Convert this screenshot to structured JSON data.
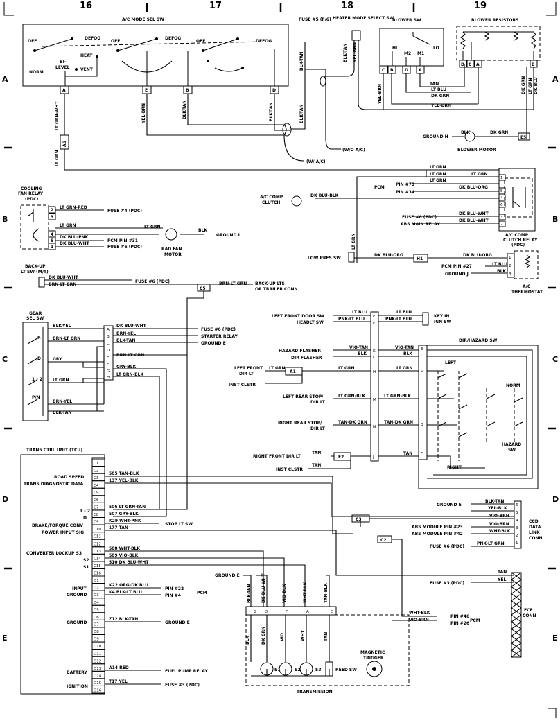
{
  "columns": [
    "16",
    "17",
    "18",
    "19"
  ],
  "rows": [
    "A",
    "B",
    "C",
    "D",
    "E"
  ],
  "ac_mode": {
    "title": "A/C MODE SEL SW",
    "labels": [
      "OFF",
      "DEFOG",
      "OFF",
      "DEFOG",
      "OFF",
      "DEFOG",
      "HEAT",
      "BI-",
      "LEVEL",
      "VENT",
      "NORM"
    ],
    "pins": [
      "A",
      "E",
      "B",
      "D"
    ]
  },
  "wires_top": [
    "LT GRN-WHT",
    "A6",
    "LT GRN",
    "YEL-BRN",
    "BLK-TAN",
    "BLK-TAN",
    "BLK-TAN",
    "BLK-TAN"
  ],
  "fuse5": "FUSE #5 (F/6)",
  "heater_mode": {
    "title": "HEATER MODE SELECT SW",
    "wires": [
      "BLK-TAN",
      "YEL-BRN"
    ]
  },
  "wa_labels": {
    "wo": "(W/O A/C)",
    "w": "(W/ A/C)"
  },
  "blower_sw": {
    "title": "BLOWER SW",
    "labels": [
      "HI",
      "M2",
      "M1",
      "LO"
    ],
    "pins": [
      "C",
      "B",
      "D",
      "A"
    ]
  },
  "blower_res": {
    "title": "BLOWER RESISTORS",
    "pins": [
      "D",
      "C",
      "A",
      "B"
    ]
  },
  "blower_wires": [
    "TAN",
    "LT BLU",
    "DK GRN",
    "YEL-BRN",
    "YEL-BRN",
    "LT GRN",
    "DK GRN",
    "DK BLU"
  ],
  "blower_motor": {
    "ground": "GROUND H",
    "w1": "BLK",
    "w2": "DK GRN",
    "conn": "E5",
    "label": "BLOWER MOTOR"
  },
  "cooling_relay": {
    "title": [
      "COOLING",
      "FAN RELAY",
      "(PDC)"
    ],
    "pins": [
      "2",
      "3",
      "4",
      "5",
      "1"
    ],
    "wires": [
      "LT GRN-RED",
      "LT GRN",
      "DK BLU-PNK",
      "DK BLU-WHT"
    ],
    "targets": [
      "FUSE #4 (PDC)",
      "PCM PIN #31",
      "FUSE #6 (PDC)"
    ],
    "fan_wire1": "LT GRN",
    "fan_wire2": "BLK",
    "ground": "GROUND I",
    "motor": [
      "RAD FAN",
      "MOTOR"
    ]
  },
  "ac_relay": {
    "wires": [
      "LT GRN",
      "LT GRN",
      "LT GRN",
      "LT GRN",
      "DK BLU-ORG",
      "DK BLU-BLK",
      "DK BLU-WHT",
      "DK BLU-WHT"
    ],
    "pcm": "PCM",
    "pins_pcm": [
      "PIN #79",
      "PIN #34"
    ],
    "clutch": [
      "A/C COMP",
      "CLUTCH"
    ],
    "clutch_wire": "DK BLU-BLK",
    "fuse": "FUSE #6 (PDC)",
    "abs": "ABS MAIN RELAY",
    "pins": [
      "1",
      "5",
      "4",
      "6",
      "3",
      "2"
    ],
    "title": [
      "A/C COMP",
      "CLUTCH RELAY",
      "(PDC)"
    ]
  },
  "low_pres": {
    "label": "LOW PRES SW",
    "wire": "DK BLU-ORG",
    "conn": "H1",
    "wire2": "DK BLU-ORG",
    "pcm": "PCM PIN #27",
    "lb": "LT BLU",
    "blk": "BLK",
    "gnd": "GROUND J",
    "pins": [
      "1",
      "2",
      "3"
    ],
    "title": [
      "A/C",
      "THERMOSTAT"
    ]
  },
  "backup": {
    "title": [
      "BACK-UP",
      "LT SW (M/T)"
    ],
    "w1": "DK BLU-WHT",
    "w2": "BRN-LT GRN",
    "fuse": "FUSE #6 (PDC)",
    "conn": "C5",
    "w3": "BRN-LT GRN",
    "target": [
      "BACK-UP LTS",
      "OR TRAILER CONN"
    ]
  },
  "gear_sel": {
    "title": [
      "GEAR",
      "SEL SW"
    ],
    "positions": [
      "R",
      "D",
      "1 - 2",
      "P/N"
    ],
    "left_wires": [
      "BLK-YEL",
      "BRN-LT GRN",
      "GRY",
      "LT GRN",
      "BRN-YEL",
      "BLK-TAN"
    ],
    "pins": [
      "A",
      "B",
      "C",
      "D",
      "E",
      "F",
      "G",
      "H"
    ],
    "right_wires": [
      "DK BLU-WHT",
      "BRN-YEL",
      "BLK-TAN",
      "BRN-LT GRN",
      "GRY-BLK",
      "LT GRN-BLK"
    ],
    "targets": [
      "FUSE #6 (PDC)",
      "STARTER RELAY",
      "GROUND E"
    ]
  },
  "dir_left": {
    "labels": [
      "LEFT FRONT DOOR SW",
      "HEADLT SW",
      "HAZARD FLASHER",
      "DIR FLASHER",
      "LEFT FRONT",
      "DIR LT",
      "INST CLSTR",
      "LEFT REAR STOP/",
      "DIR LT",
      "RIGHT REAR STOP/",
      "DIR LT",
      "RIGHT FRONT DIR LT",
      "INST CLSTR"
    ],
    "wires": [
      "LT BLU",
      "PNK-LT BLU",
      "VIO-TAN",
      "BLK",
      "LT GRN",
      "LT GRN",
      "LT GRN-BLK",
      "TAN-DK GRN",
      "TAN",
      "TAN"
    ],
    "conns": [
      "A1",
      "F2"
    ],
    "pins": [
      "E",
      "F",
      "K",
      "L",
      "H",
      "M",
      "N",
      "J"
    ]
  },
  "key_in": {
    "wires": [
      "LT BLU",
      "PNK-LT BLU"
    ],
    "label": [
      "KEY IN",
      "IGN SW"
    ]
  },
  "dir_sw": {
    "title": "DIR/HAZARD SW",
    "wires": [
      "VIO-TAN",
      "BLK",
      "LT GRN",
      "LT GRN-BLK",
      "TAN-DK GRN",
      "TAN"
    ],
    "pins": [
      "E",
      "D",
      "G",
      "C",
      "B",
      "F"
    ],
    "labels": [
      "LEFT",
      "NORM",
      "HAZARD",
      "SW",
      "RIGHT"
    ]
  },
  "tcu": {
    "title": "TRANS CTRL UNIT (TCU)",
    "left_labels": [
      "ROAD SPEED",
      "TRANS DIAGNOSTIC DATA",
      "1 - 2",
      "D",
      "BRAKE/TORQUE CONV",
      "POWER INPUT SIG",
      "CONVERTER LOCKUP S3",
      "S2",
      "S1",
      "INPUT",
      "GROUND",
      "GROUND",
      "BATTERY",
      "IGNITION"
    ],
    "pins_c": [
      "C1",
      "C2",
      "C3",
      "C4",
      "C5",
      "C6",
      "C7",
      "C8",
      "C9",
      "C10",
      "C11",
      "C12",
      "C13",
      "C14",
      "C15",
      "C16"
    ],
    "pins_d": [
      "D1",
      "D2",
      "D3",
      "D4",
      "D5",
      "D6",
      "D7",
      "D8",
      "D9",
      "D10",
      "D11",
      "D12",
      "D13",
      "D14",
      "D15",
      "D16"
    ],
    "wires": [
      "505 TAN-BLK",
      "137 YEL-BLK",
      "506 LT GRN-TAN",
      "507 GRY-BLK",
      "K29 WHT-PNK",
      "177 TAN",
      "508 WHT-BLK",
      "509 VIO-BLK",
      "510 DK BLU-WHT",
      "K22 ORG-DK BLU",
      "K4 BLK-LT BLU",
      "Z12 BLK-TAN",
      "A14 RED",
      "T17 YEL"
    ],
    "targets": [
      "STOP LT SW",
      "PIN #22",
      "PIN #4",
      "PCM",
      "GROUND E",
      "FUEL PUMP RELAY",
      "FUSE #3 (PDC)"
    ]
  },
  "ccd": {
    "pins": [
      "6",
      "5",
      "4",
      "3",
      "2",
      "1"
    ],
    "wires": [
      "BLK-TAN",
      "YEL-BLK",
      "VIO-BRN",
      "VIO-BRN",
      "WHT-BLK",
      "PNK-LT GRN"
    ],
    "labels": [
      "GROUND E",
      "ABS MODULE PIN #23",
      "ABS MODULE PIN #42",
      "FUSE #6 (PDC)"
    ],
    "conns": [
      "C3",
      "C2"
    ],
    "title": [
      "CCD",
      "DATA",
      "LINK",
      "CONN"
    ]
  },
  "ece": {
    "wires": [
      "TAN",
      "YEL"
    ],
    "fuse": "FUSE #3 (PDC)",
    "title": [
      "ECE",
      "CONN"
    ]
  },
  "trans": {
    "ground": "GROUND E",
    "top_wires": [
      "BLK-TAN",
      "DK BLU-WHT",
      "VIO-BLK",
      "WHT-BLK",
      "TAN-BLK"
    ],
    "pins": [
      "G",
      "D",
      "F",
      "A",
      "C"
    ],
    "pcm_wires": [
      "WHT-BLK",
      "VIO-BRN"
    ],
    "pcm_pins": [
      "PIN #46",
      "PIN #26"
    ],
    "pcm": "PCM",
    "low_wires": [
      "BLK",
      "DK GRN",
      "VIO",
      "WHT",
      "TAN"
    ],
    "sols": [
      "S1",
      "S2",
      "S3"
    ],
    "reed": "REED SW",
    "trigger": [
      "MAGNETIC",
      "TRIGGER"
    ],
    "title": "TRANSMISSION"
  }
}
